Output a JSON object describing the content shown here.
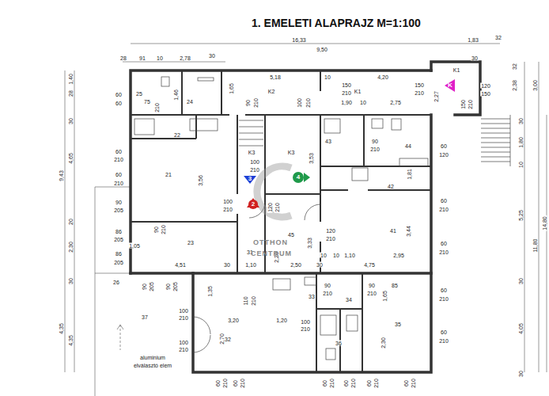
{
  "diagram": {
    "title": "1. EMELETI ALAPRAJZ M=1:100",
    "labels": [
      "16,33",
      "1,83",
      "32",
      "28",
      "91",
      "10",
      "2,78",
      "30",
      "9,50",
      "30",
      "9,43",
      "1,40",
      "28",
      "30",
      "4,65",
      "20",
      "2,30",
      "30",
      "4,35",
      "4,35",
      "32",
      "2,38",
      "3,00",
      "30",
      "1,80",
      "10",
      "5,25",
      "14,80",
      "11,80",
      "30",
      "4,05",
      "30",
      "25",
      "24",
      "22",
      "21",
      "23",
      "26",
      "37",
      "32",
      "31",
      "K3",
      "K3",
      "K2",
      "K1",
      "K1",
      "45",
      "43",
      "44",
      "42",
      "41",
      "33",
      "34",
      "36",
      "35",
      "60",
      "60",
      "60",
      "210",
      "60",
      "210",
      "90",
      "205",
      "86",
      "205",
      "86",
      "205",
      "5,18",
      "10",
      "4,20",
      "150",
      "210",
      "150",
      "210",
      "120",
      "150",
      "1,90",
      "10",
      "2,75",
      "2,27",
      "150",
      "210",
      "1,65",
      "90",
      "210",
      "100",
      "210",
      "1,46",
      "75",
      "210",
      "100",
      "210",
      "3,53",
      "3,56",
      "100",
      "210",
      "120",
      "210",
      "2,20",
      "3,33",
      "90",
      "210",
      "1,81",
      "3,44",
      "120",
      "210",
      "1,10",
      "10",
      "10",
      "4,75",
      "2,95",
      "60",
      "120",
      "60",
      "210",
      "60",
      "210",
      "90",
      "210",
      "1,05",
      "4,51",
      "30",
      "1,10",
      "2,50",
      "30",
      "90",
      "205",
      "90",
      "205",
      "1,35",
      "110",
      "210",
      "3,20",
      "1,20",
      "100",
      "210",
      "100",
      "210",
      "100",
      "210",
      "2,70",
      "90",
      "210",
      "90",
      "210",
      "85",
      "1,65",
      "2,30",
      "60",
      "210",
      "60",
      "210",
      "aluminium",
      "elválasztó elem",
      "60",
      "210",
      "60",
      "210",
      "60",
      "210",
      "60",
      "210",
      "60",
      "210",
      "60",
      "210",
      "OTTHON",
      "CENTRUM",
      "3",
      "2",
      "4",
      "K"
    ]
  }
}
